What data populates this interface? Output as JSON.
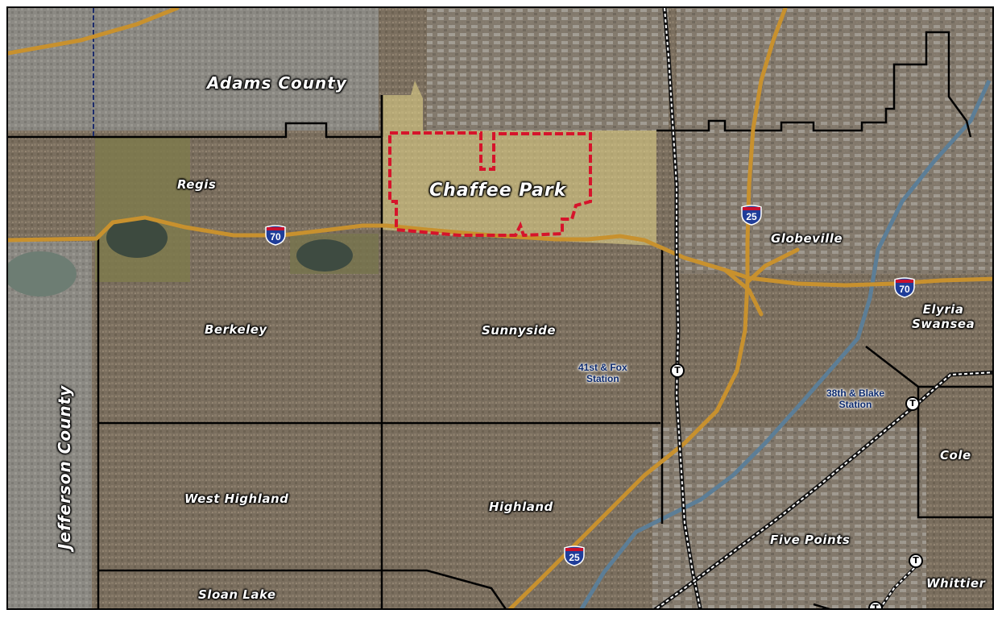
{
  "map": {
    "colors": {
      "urban_base": "#7a6e5e",
      "urban_light": "#8c8274",
      "county_gray": "#8f8f8a",
      "highway": "#c8912e",
      "study_area_fill": "#e8d98a",
      "study_area_border": "#d6142b",
      "water": "#3c4a3e",
      "river": "#5d7f96",
      "rail": "#ffffff"
    },
    "counties": {
      "adams": "Adams County",
      "jefferson": "Jefferson County"
    },
    "study_area": "Chaffee Park",
    "neighborhoods": {
      "regis": "Regis",
      "berkeley": "Berkeley",
      "sunnyside": "Sunnyside",
      "globeville": "Globeville",
      "elyria_swansea": "Elyria\nSwansea",
      "west_highland": "West Highland",
      "highland": "Highland",
      "cole": "Cole",
      "five_points": "Five Points",
      "sloan_lake": "Sloan Lake",
      "whittier": "Whittier"
    },
    "stations": {
      "fox": "41st & Fox\nStation",
      "blake": "38th & Blake\nStation"
    },
    "highways": {
      "i70_west": "70",
      "i70_east": "70",
      "i25_north": "25",
      "i25_south": "25"
    },
    "transit_icon": "T"
  }
}
